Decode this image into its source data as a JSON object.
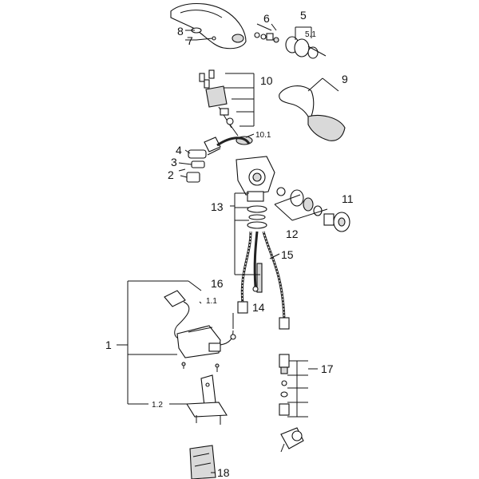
{
  "parts": {
    "p1": "1",
    "p1_1": "1.1",
    "p1_2": "1.2",
    "p2": "2",
    "p3": "3",
    "p4": "4",
    "p5": "5",
    "p5_1": "5.1",
    "p6": "6",
    "p7": "7",
    "p8": "8",
    "p9": "9",
    "p10": "10",
    "p10_1": "10.1",
    "p11": "11",
    "p12": "12",
    "p13": "13",
    "p14": "14",
    "p15": "15",
    "p16": "16",
    "p17": "17",
    "p18": "18"
  }
}
